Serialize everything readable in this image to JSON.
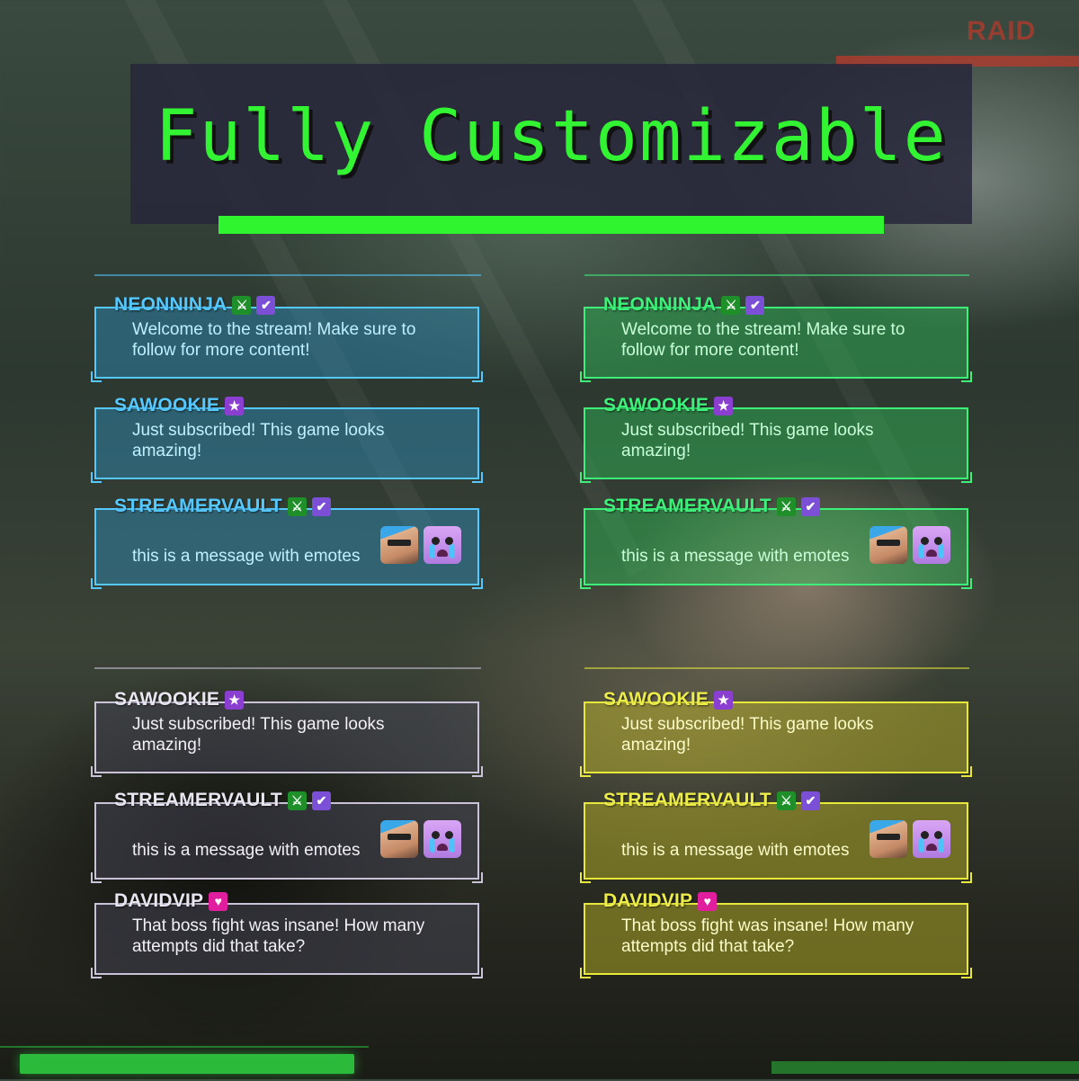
{
  "header": {
    "title": "Fully Customizable"
  },
  "background": {
    "hud_label": "RAID"
  },
  "themes": {
    "blue": "#55c8ff",
    "green": "#3df07a",
    "gray": "#c9c2d8",
    "yellow": "#e8e83a",
    "title_green": "#33f433"
  },
  "panels": [
    {
      "theme": "blue",
      "messages": [
        {
          "user": "NEONNINJA",
          "badges": [
            "sword-icon",
            "verified-icon"
          ],
          "text": "Welcome to the stream! Make sure to follow for more content!"
        },
        {
          "user": "SAWOOKIE",
          "badges": [
            "star-icon"
          ],
          "text": "Just subscribed! This game looks amazing!"
        },
        {
          "user": "STREAMERVAULT",
          "badges": [
            "sword-icon",
            "verified-icon"
          ],
          "text": "this is a message with emotes",
          "emotes": [
            "face-emote",
            "crying-emote"
          ]
        }
      ]
    },
    {
      "theme": "green",
      "messages": [
        {
          "user": "NEONNINJA",
          "badges": [
            "sword-icon",
            "verified-icon"
          ],
          "text": "Welcome to the stream! Make sure to follow for more content!"
        },
        {
          "user": "SAWOOKIE",
          "badges": [
            "star-icon"
          ],
          "text": "Just subscribed! This game looks amazing!"
        },
        {
          "user": "STREAMERVAULT",
          "badges": [
            "sword-icon",
            "verified-icon"
          ],
          "text": "this is a message with emotes",
          "emotes": [
            "face-emote",
            "crying-emote"
          ]
        }
      ]
    },
    {
      "theme": "gray",
      "messages": [
        {
          "user": "SAWOOKIE",
          "badges": [
            "star-icon"
          ],
          "text": "Just subscribed! This game looks amazing!"
        },
        {
          "user": "STREAMERVAULT",
          "badges": [
            "sword-icon",
            "verified-icon"
          ],
          "text": "this is a message with emotes",
          "emotes": [
            "face-emote",
            "crying-emote"
          ]
        },
        {
          "user": "DAVIDVIP",
          "badges": [
            "heart-icon"
          ],
          "text": "That boss fight was insane! How many attempts did that take?"
        }
      ]
    },
    {
      "theme": "yellow",
      "messages": [
        {
          "user": "SAWOOKIE",
          "badges": [
            "star-icon"
          ],
          "text": "Just subscribed! This game looks amazing!"
        },
        {
          "user": "STREAMERVAULT",
          "badges": [
            "sword-icon",
            "verified-icon"
          ],
          "text": "this is a message with emotes",
          "emotes": [
            "face-emote",
            "crying-emote"
          ]
        },
        {
          "user": "DAVIDVIP",
          "badges": [
            "heart-icon"
          ],
          "text": "That boss fight was insane! How many attempts did that take?"
        }
      ]
    }
  ]
}
